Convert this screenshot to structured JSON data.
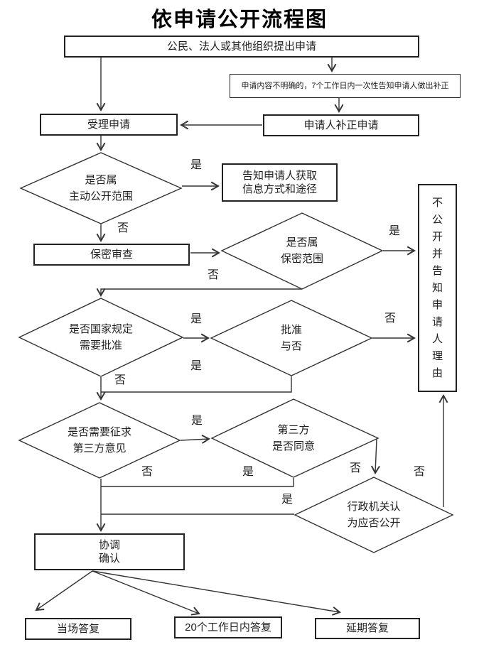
{
  "title": "依申请公开流程图",
  "nodes": {
    "apply": {
      "label": "公民、法人或其他组织提出申请"
    },
    "supplement_notice": {
      "label": "申请内容不明确的，7个工作日内一次性告知申请人做出补正"
    },
    "accept": {
      "label": "受理申请"
    },
    "supplement": {
      "label": "申请人补正申请"
    },
    "d_voluntary": {
      "line1": "是否属",
      "line2": "主动公开范围"
    },
    "inform_way": {
      "line1": "告知申请人获取",
      "line2": "信息方式和途径"
    },
    "secrecy_review": {
      "label": "保密审查"
    },
    "d_secret": {
      "line1": "是否属",
      "line2": "保密范围"
    },
    "no_disclose": {
      "label": "不公开并告知申请人理由"
    },
    "d_state_approval": {
      "line1": "是否国家规定",
      "line2": "需要批准"
    },
    "d_approved": {
      "line1": "批准",
      "line2": "与否"
    },
    "d_third_party": {
      "line1": "是否需要征求",
      "line2": "第三方意见"
    },
    "d_third_agree": {
      "line1": "第三方",
      "line2": "是否同意"
    },
    "d_admin": {
      "line1": "行政机关认",
      "line2": "为应否公开"
    },
    "coordinate": {
      "line1": "协调",
      "line2": "确认"
    },
    "reply_onsite": {
      "label": "当场答复"
    },
    "reply_20days": {
      "label": "20个工作日内答复"
    },
    "reply_delay": {
      "label": "延期答复"
    }
  },
  "edge_labels": {
    "e6": "是",
    "e7": "否",
    "e9": "是",
    "e10": "否",
    "e11": "是",
    "e12": "否",
    "e13": "否",
    "e14": "是",
    "e15": "是",
    "e16": "否",
    "e17": "是",
    "e18": "是",
    "e19": "否",
    "e20": "否"
  },
  "colors": {
    "line": "#333333",
    "border": "#222222",
    "text": "#1f1f1f"
  }
}
